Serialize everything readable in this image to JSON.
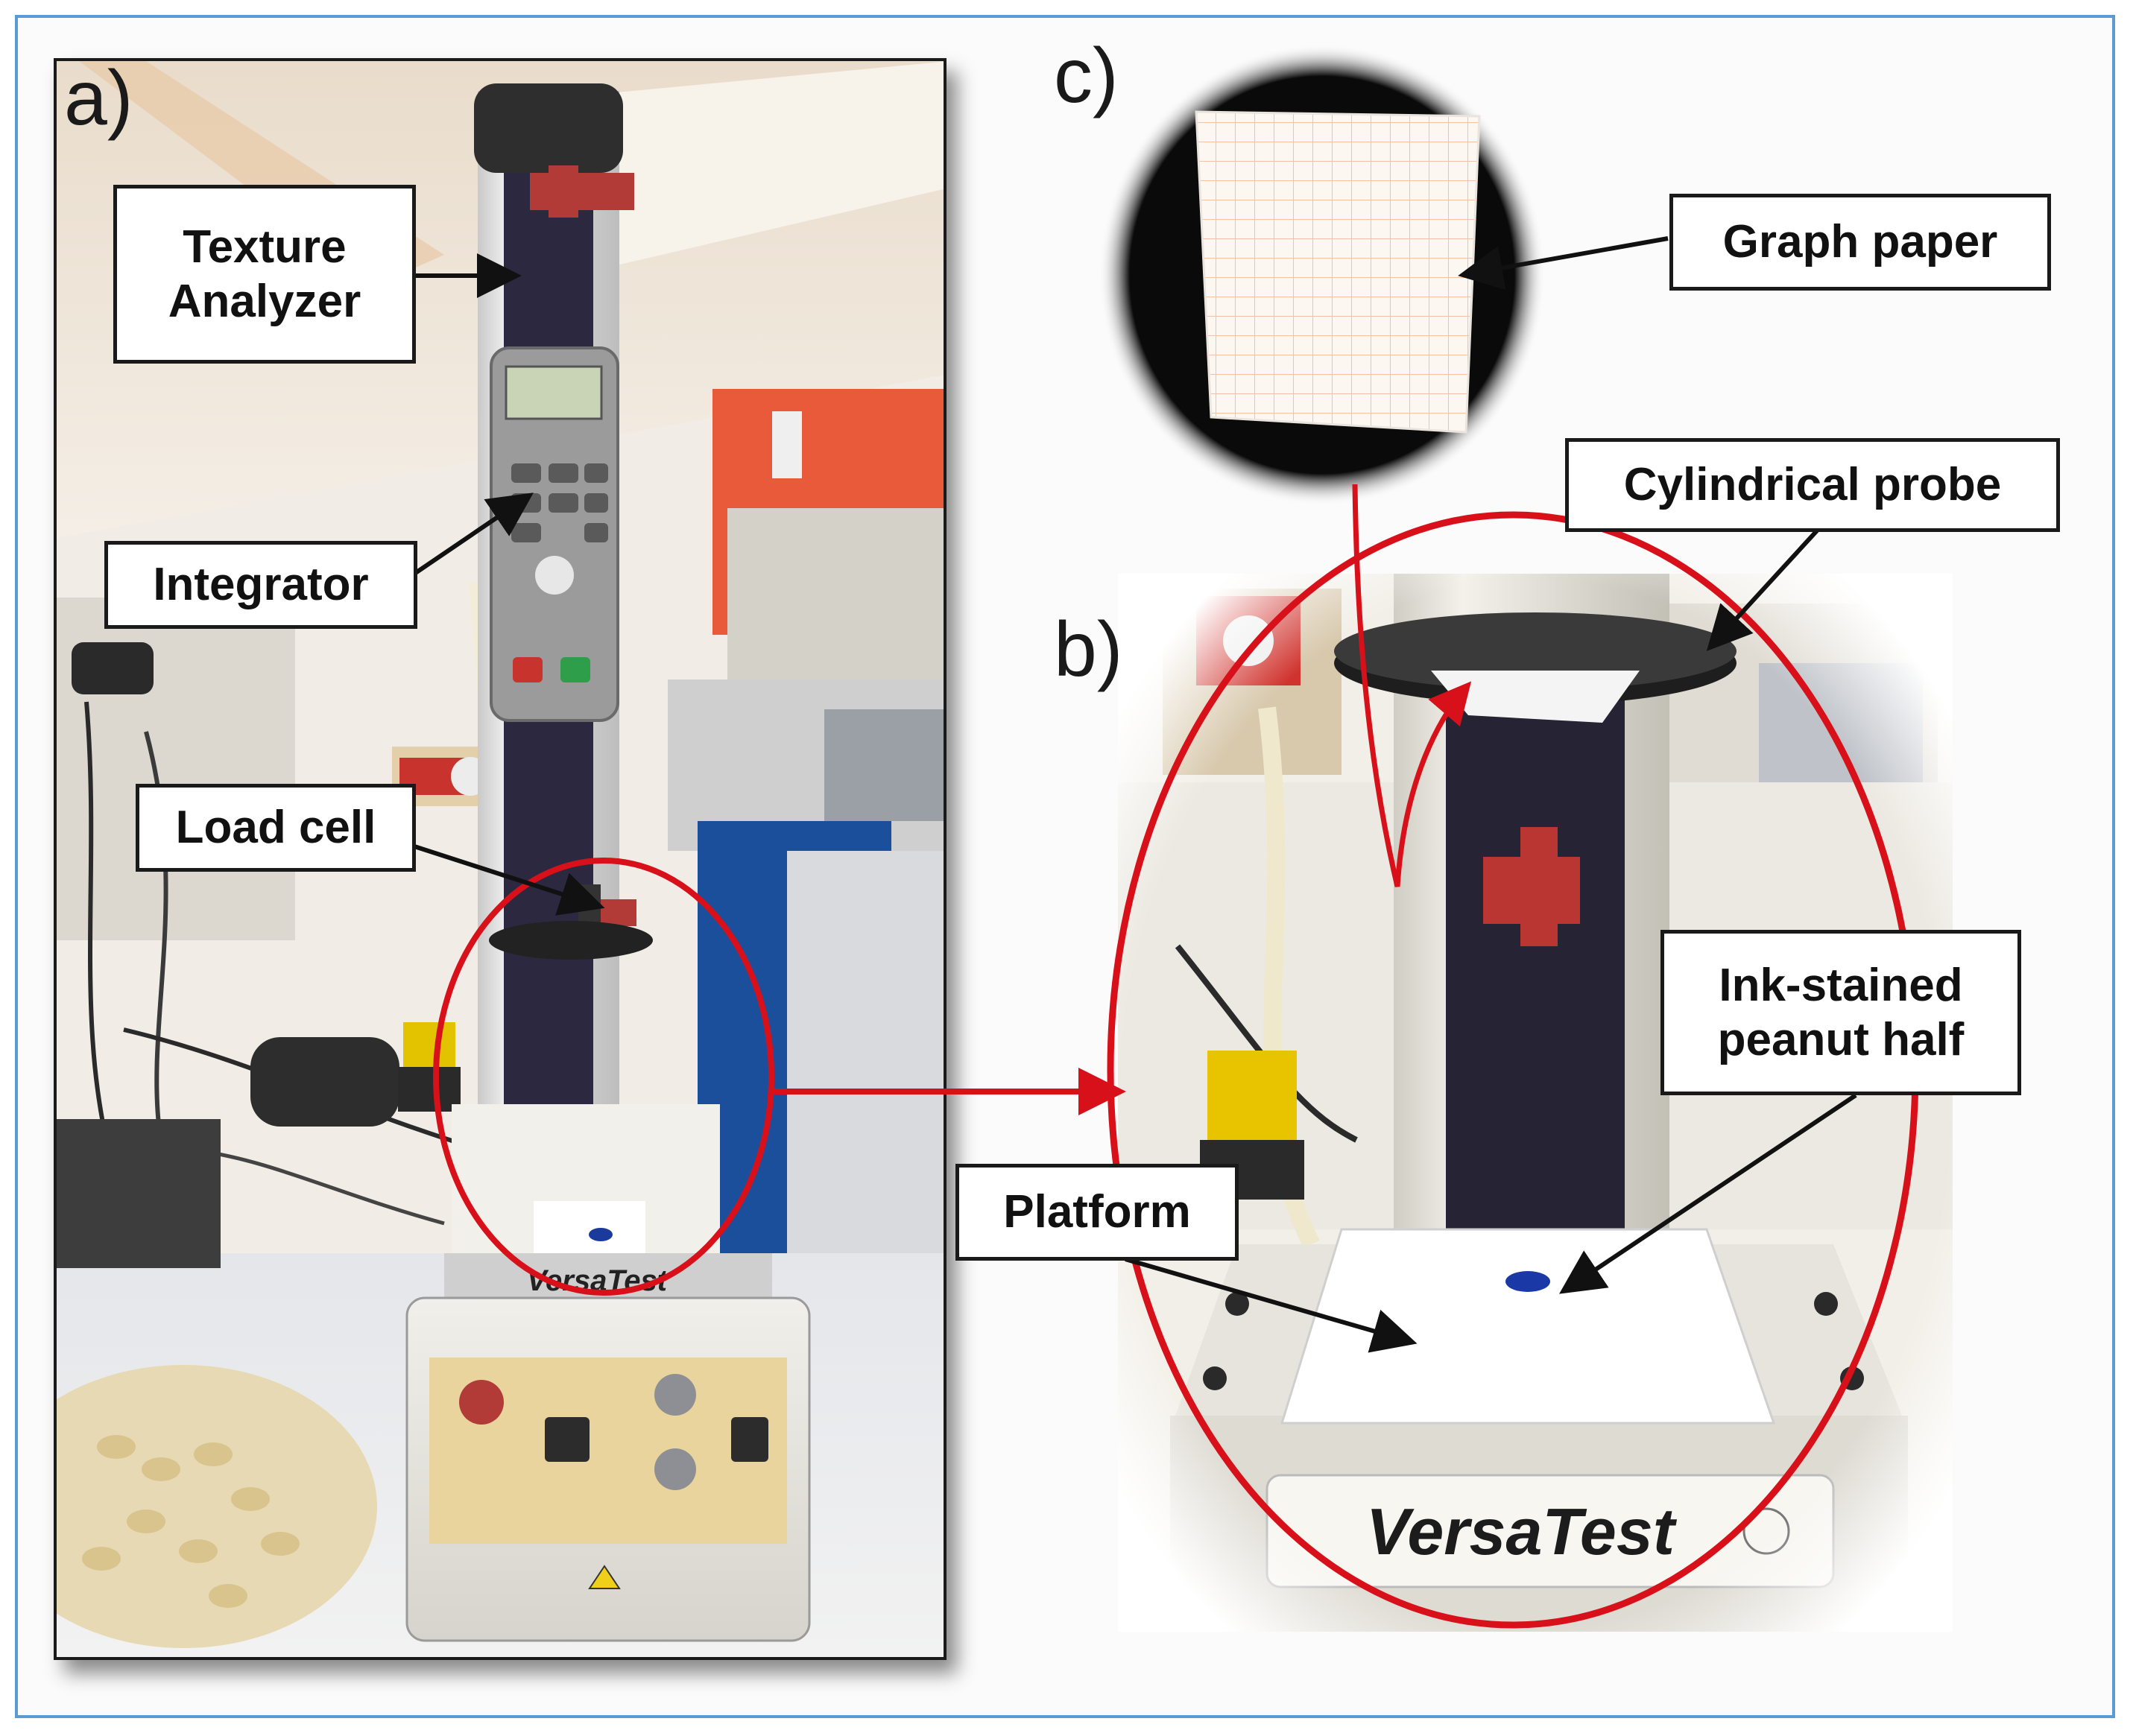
{
  "panels": {
    "a": {
      "letter": "a)"
    },
    "b": {
      "letter": "b)"
    },
    "c": {
      "letter": "c)"
    }
  },
  "callouts": {
    "texture_analyzer": "Texture\nAnalyzer",
    "integrator": "Integrator",
    "load_cell": "Load cell",
    "graph_paper": "Graph paper",
    "cylindrical_probe": "Cylindrical probe",
    "ink_stained_peanut": "Ink-stained\npeanut half",
    "platform": "Platform"
  },
  "device": {
    "brand_small": "VersaTest",
    "brand_large": "VersaTest"
  },
  "colors": {
    "frame_border": "#5b9bd5",
    "highlight_ellipse": "#d8101a",
    "callout_border": "#1a1a1a",
    "arrow": "#111111"
  }
}
